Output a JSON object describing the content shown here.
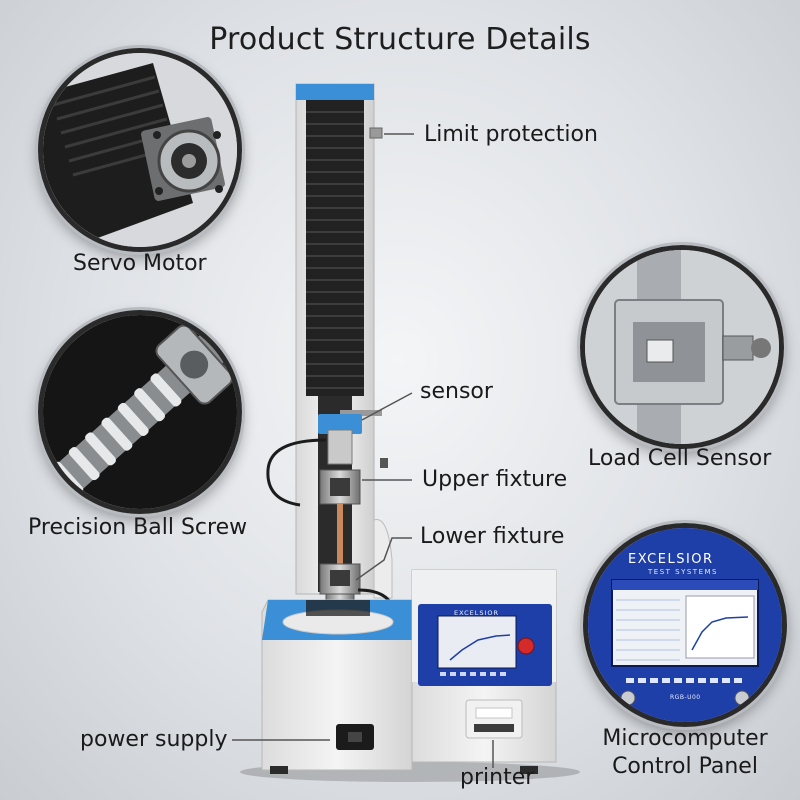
{
  "title": "Product Structure Details",
  "callouts": {
    "limit_protection": "Limit protection",
    "sensor": "sensor",
    "upper_fixture": "Upper fixture",
    "lower_fixture": "Lower fixture",
    "power_supply": "power supply",
    "printer": "printer"
  },
  "insets": {
    "servo_motor": "Servo Motor",
    "ball_screw": "Precision Ball Screw",
    "load_cell": "Load Cell Sensor",
    "control_panel_line1": "Microcomputer",
    "control_panel_line2": "Control Panel"
  },
  "panel": {
    "brand": "EXCELSIOR",
    "brand_sub": "TEST SYSTEMS",
    "model": "RGB-U00"
  },
  "colors": {
    "accent_blue": "#3a8fd6",
    "panel_blue": "#1f3fa8",
    "machine_white": "#eeeeee"
  }
}
